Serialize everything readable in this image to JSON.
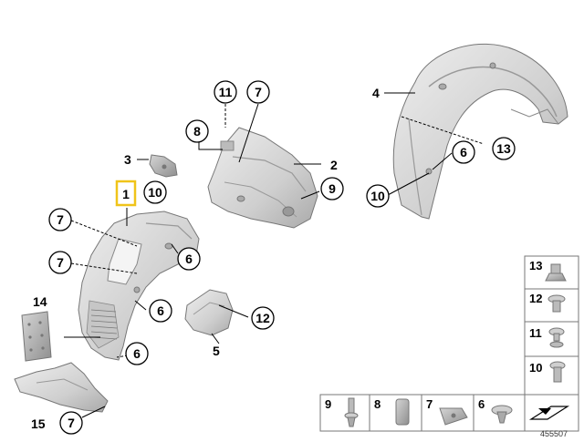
{
  "diagram": {
    "callouts": {
      "c11": "11",
      "c7_top": "7",
      "c8": "8",
      "c2": "2",
      "c3": "3",
      "c9_mid": "9",
      "c1": "1",
      "c10_left": "10",
      "c7_a": "7",
      "c6_a": "6",
      "c7_b": "7",
      "c6_b": "6",
      "c12": "12",
      "c14": "14",
      "c5": "5",
      "c6_c": "6",
      "c15": "15",
      "c7_c": "7",
      "c4": "4",
      "c6_right": "6",
      "c13": "13",
      "c10_right": "10"
    },
    "legend": {
      "vertical": [
        "13",
        "12",
        "11",
        "10"
      ],
      "bottom": [
        "9",
        "8",
        "7",
        "6"
      ]
    },
    "document_number": "455507",
    "colors": {
      "highlight": "#f0c419",
      "part_fill": "#d9d9d9",
      "part_dark": "#b5b5b5",
      "line": "#000000"
    }
  }
}
